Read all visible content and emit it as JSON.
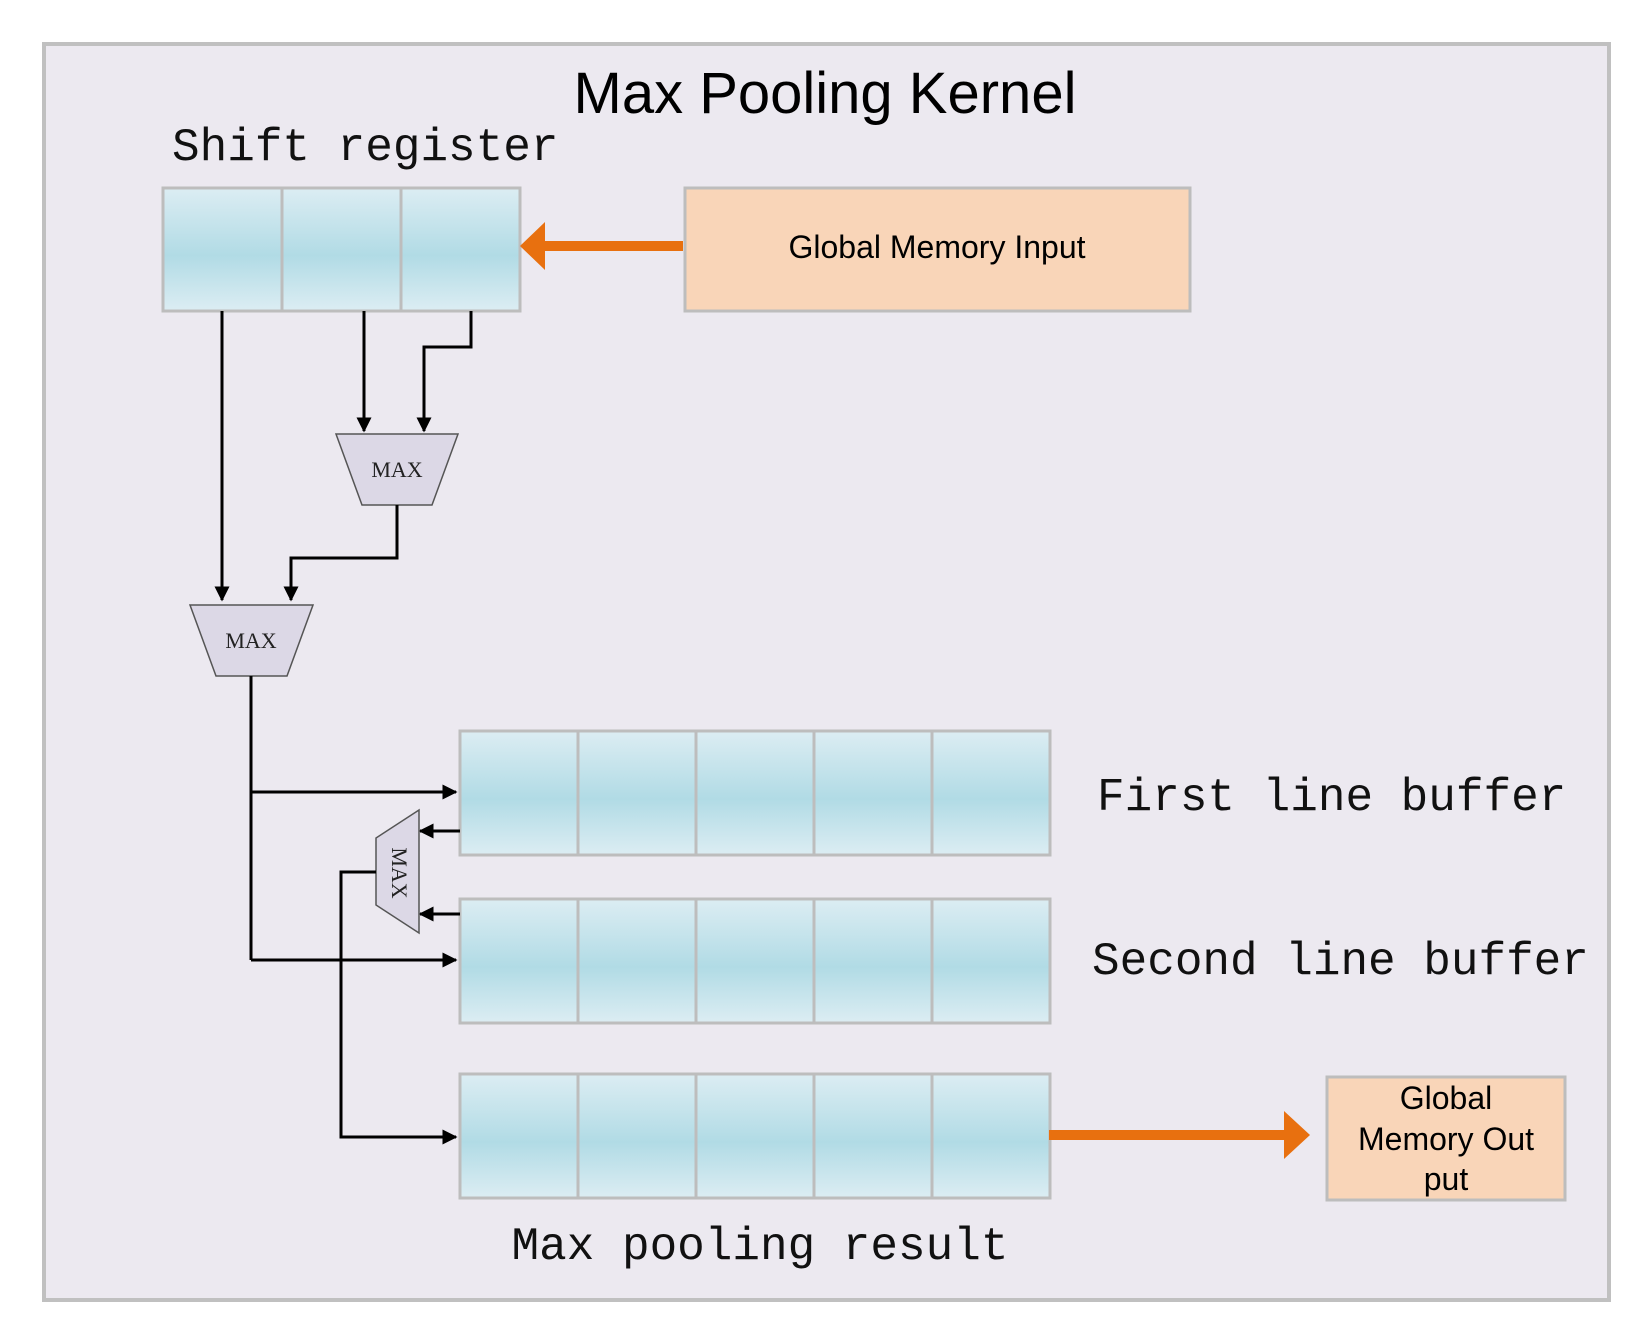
{
  "title": "Max Pooling Kernel",
  "labels": {
    "shift_register": "Shift register",
    "first_line_buffer": "First line buffer",
    "second_line_buffer": "Second line buffer",
    "max_pooling_result": "Max pooling result"
  },
  "global_memory_input": "Global Memory Input",
  "global_memory_output": [
    "Global",
    "Memory Out",
    "put"
  ],
  "max_units": [
    "MAX",
    "MAX",
    "MAX"
  ],
  "colors": {
    "panel_bg": "#ece9f0",
    "cell_gradient": [
      "#dcedf3",
      "#b1dbe5"
    ],
    "memory_box": "#f9d5b8",
    "arrow_orange": "#e8700f",
    "max_unit_fill": "#dcd8e6"
  }
}
